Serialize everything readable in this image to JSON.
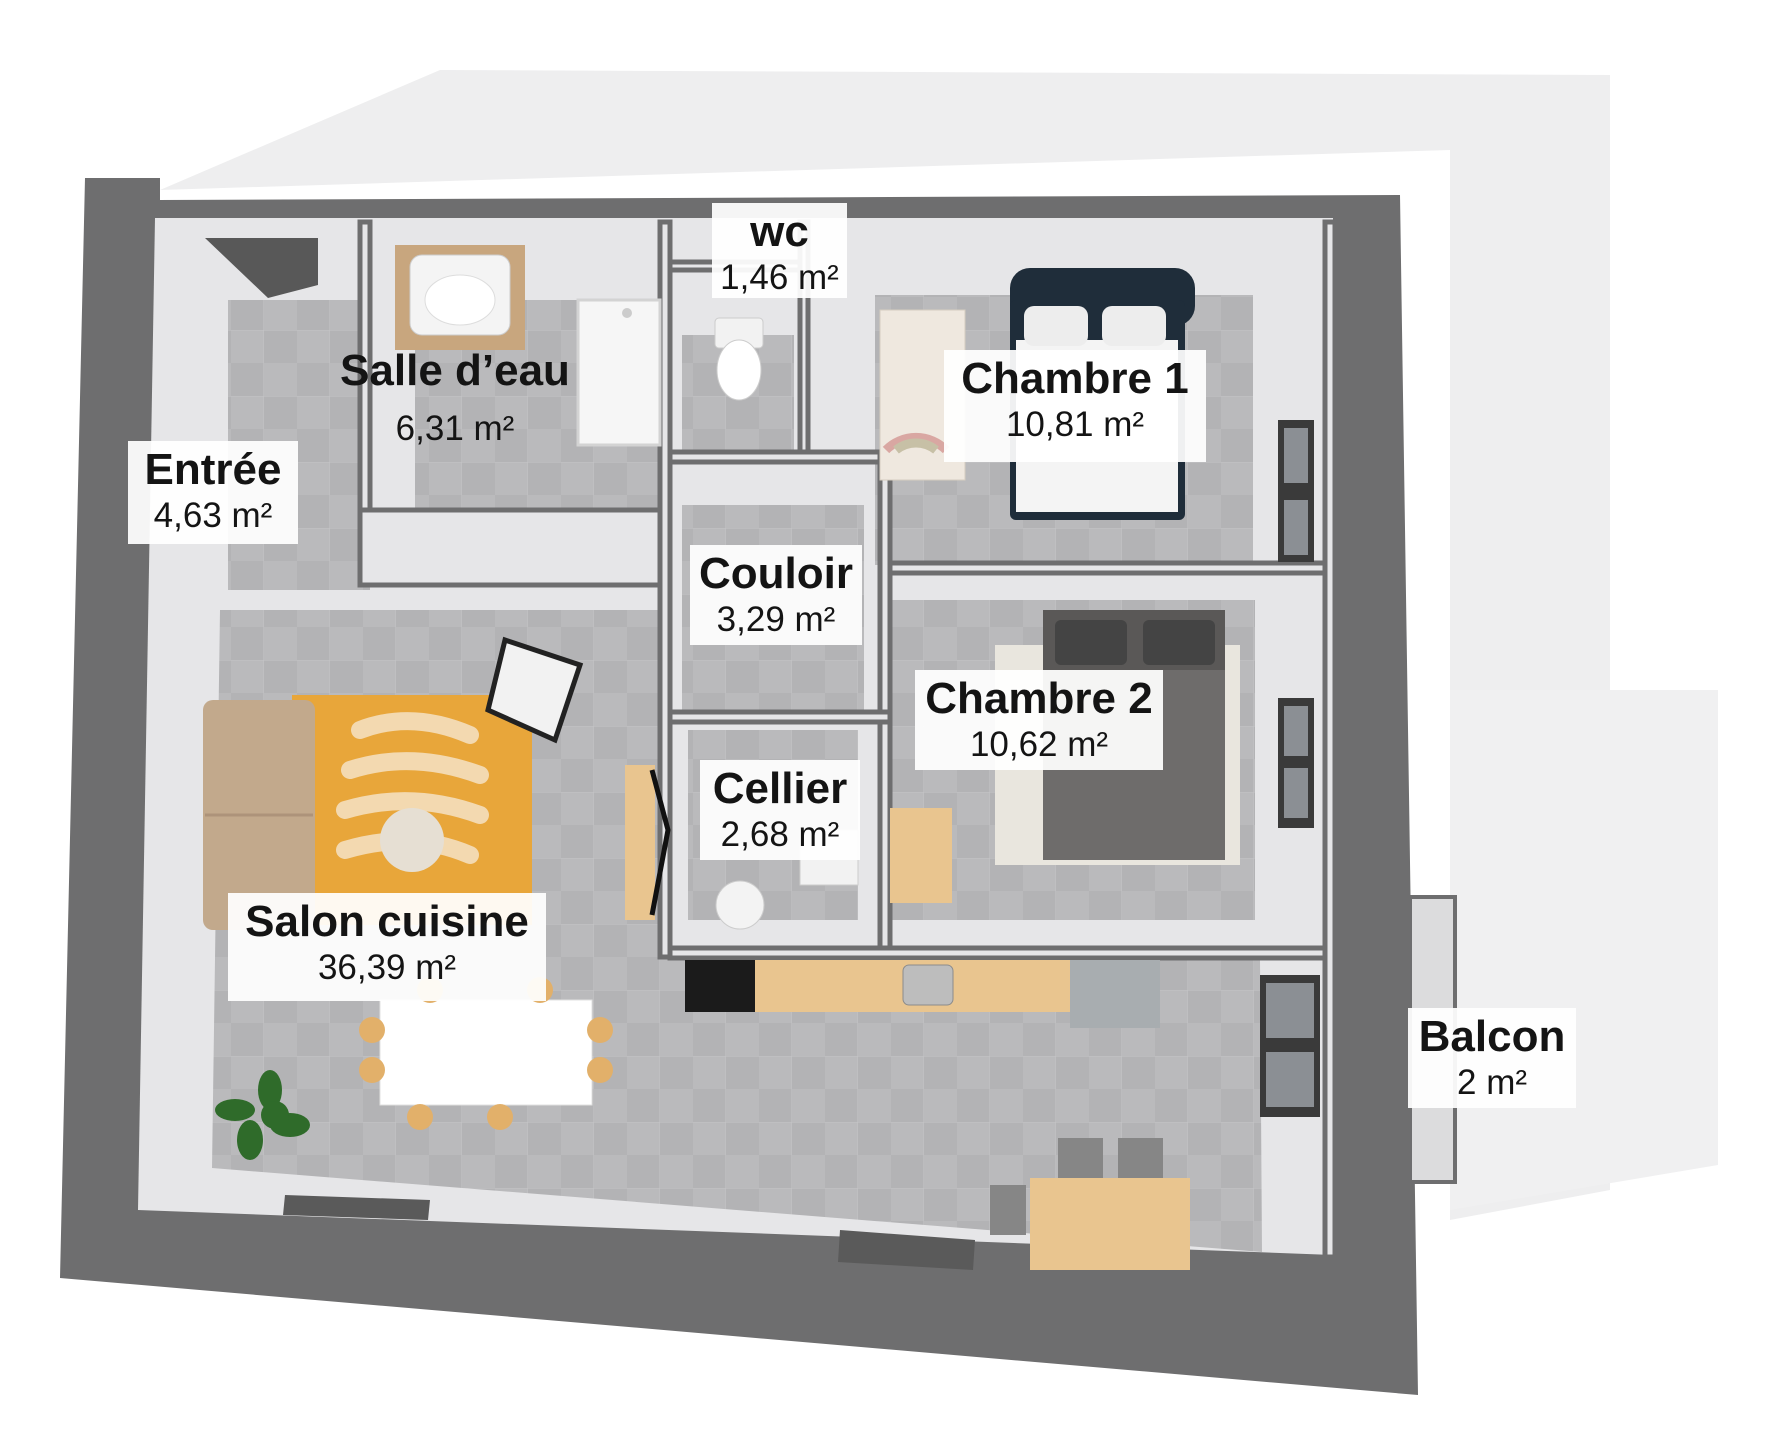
{
  "plan": {
    "rooms": [
      {
        "id": "entree",
        "name": "Entrée",
        "area": "4,63 m²"
      },
      {
        "id": "salle-deau",
        "name": "Salle d’eau",
        "area": "6,31 m²"
      },
      {
        "id": "wc",
        "name": "wc",
        "area": "1,46 m²"
      },
      {
        "id": "chambre-1",
        "name": "Chambre 1",
        "area": "10,81 m²"
      },
      {
        "id": "couloir",
        "name": "Couloir",
        "area": "3,29 m²"
      },
      {
        "id": "chambre-2",
        "name": "Chambre 2",
        "area": "10,62 m²"
      },
      {
        "id": "cellier",
        "name": "Cellier",
        "area": "2,68 m²"
      },
      {
        "id": "salon-cuisine",
        "name": "Salon cuisine",
        "area": "36,39 m²"
      },
      {
        "id": "balcon",
        "name": "Balcon",
        "area": "2 m²"
      }
    ],
    "colors": {
      "outer_wall": "#6e6e6f",
      "inner_wall": "#e6e6e8",
      "floor": "#b9b9bb",
      "rug": "#e8a63a",
      "sofa": "#c2a98c",
      "wood": "#e9c58f",
      "bed_frame": "#1f2d3a",
      "plant": "#2f6b2a"
    }
  }
}
